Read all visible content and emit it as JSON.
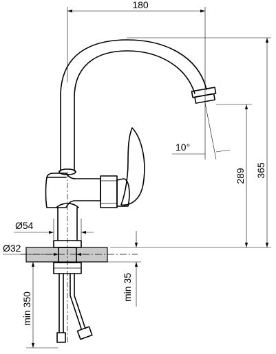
{
  "dimensions": {
    "width": "180",
    "height_outlet": "289",
    "height_total": "365",
    "angle": "10°",
    "body_diameter": "Ø54",
    "shank_diameter": "Ø32",
    "counter_thickness": "min 35",
    "hose_length": "min 350"
  }
}
